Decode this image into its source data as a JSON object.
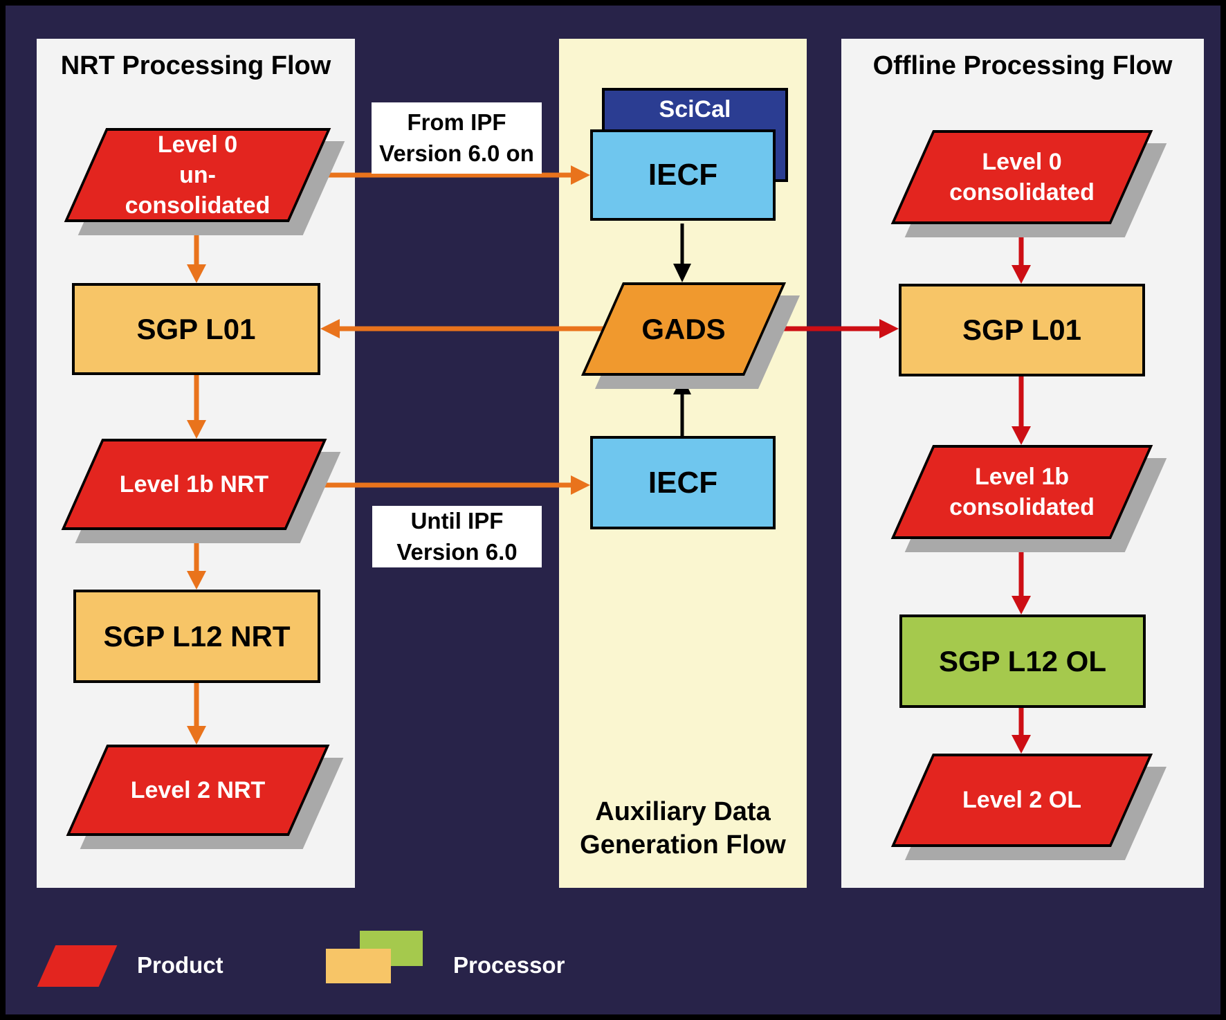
{
  "diagram": {
    "panels": {
      "nrt": {
        "title": "NRT Processing Flow"
      },
      "aux": {
        "caption": "Auxiliary Data\nGeneration Flow"
      },
      "offline": {
        "title": "Offline Processing Flow"
      }
    },
    "nodes": {
      "level0_unconsolidated": {
        "label": "Level 0\nun-\nconsolidated",
        "kind": "product"
      },
      "sgp_l01_nrt": {
        "label": "SGP L01",
        "kind": "processor"
      },
      "level1b_nrt": {
        "label": "Level 1b NRT",
        "kind": "product"
      },
      "sgp_l12_nrt": {
        "label": "SGP L12 NRT",
        "kind": "processor"
      },
      "level2_nrt": {
        "label": "Level 2 NRT",
        "kind": "product"
      },
      "scical": {
        "label": "SciCal",
        "kind": "processor"
      },
      "iecf_from_v6": {
        "label": "IECF",
        "kind": "processor"
      },
      "gads": {
        "label": "GADS",
        "kind": "product"
      },
      "iecf_until_v6": {
        "label": "IECF",
        "kind": "processor"
      },
      "level0_consolidated": {
        "label": "Level 0\nconsolidated",
        "kind": "product"
      },
      "sgp_l01_offline": {
        "label": "SGP L01",
        "kind": "processor"
      },
      "level1b_consolidated": {
        "label": "Level 1b\nconsolidated",
        "kind": "product"
      },
      "sgp_l12_ol": {
        "label": "SGP L12 OL",
        "kind": "processor"
      },
      "level2_ol": {
        "label": "Level 2 OL",
        "kind": "product"
      }
    },
    "notes": {
      "from_ipf": "From IPF\nVersion 6.0 on",
      "until_ipf": "Until IPF\nVersion 6.0"
    },
    "legend": {
      "product_label": "Product",
      "processor_label": "Processor"
    },
    "colors": {
      "background_navy": "#282349",
      "panel_white": "#f3f3f3",
      "panel_yellow": "#faf6d0",
      "product_red": "#e3251f",
      "processor_tan": "#f7c567",
      "processor_green": "#a5c94d",
      "gads_orange": "#f0992e",
      "iecf_light_blue": "#6fc6ee",
      "scical_dark_blue": "#2b3d92",
      "arrow_orange": "#e9731c",
      "arrow_red": "#cd0e14",
      "arrow_black": "#000000",
      "shadow_gray": "#a9a9a9"
    }
  }
}
